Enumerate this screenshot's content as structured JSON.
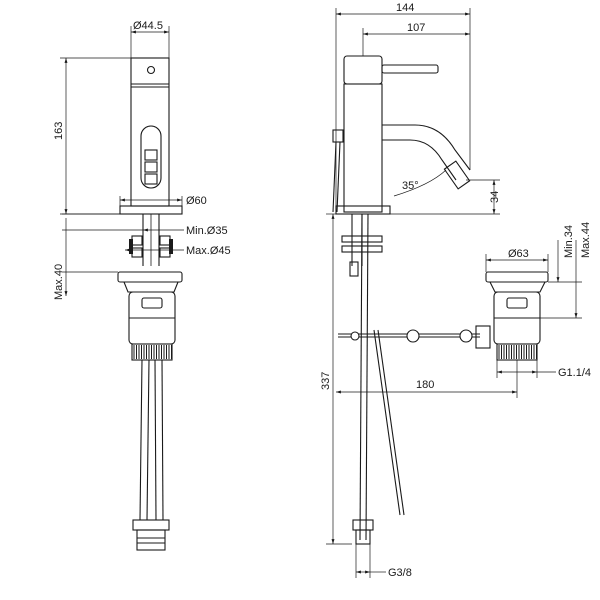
{
  "dimensions": {
    "front_top_diameter": "Ø44.5",
    "front_height": "163",
    "front_base_diameter": "Ø60",
    "front_min_hole": "Min.Ø35",
    "front_max_hole": "Max.Ø45",
    "front_max_thickness": "Max.40",
    "side_overall_length": "144",
    "side_spout_length": "107",
    "side_spout_angle": "35°",
    "side_spout_height": "34",
    "side_pipe_length": "337",
    "side_waste_offset": "180",
    "side_pipe_thread": "G3/8",
    "waste_diameter": "Ø63",
    "waste_min": "Min.34",
    "waste_max": "Max.44",
    "waste_thread": "G1.1/4"
  }
}
